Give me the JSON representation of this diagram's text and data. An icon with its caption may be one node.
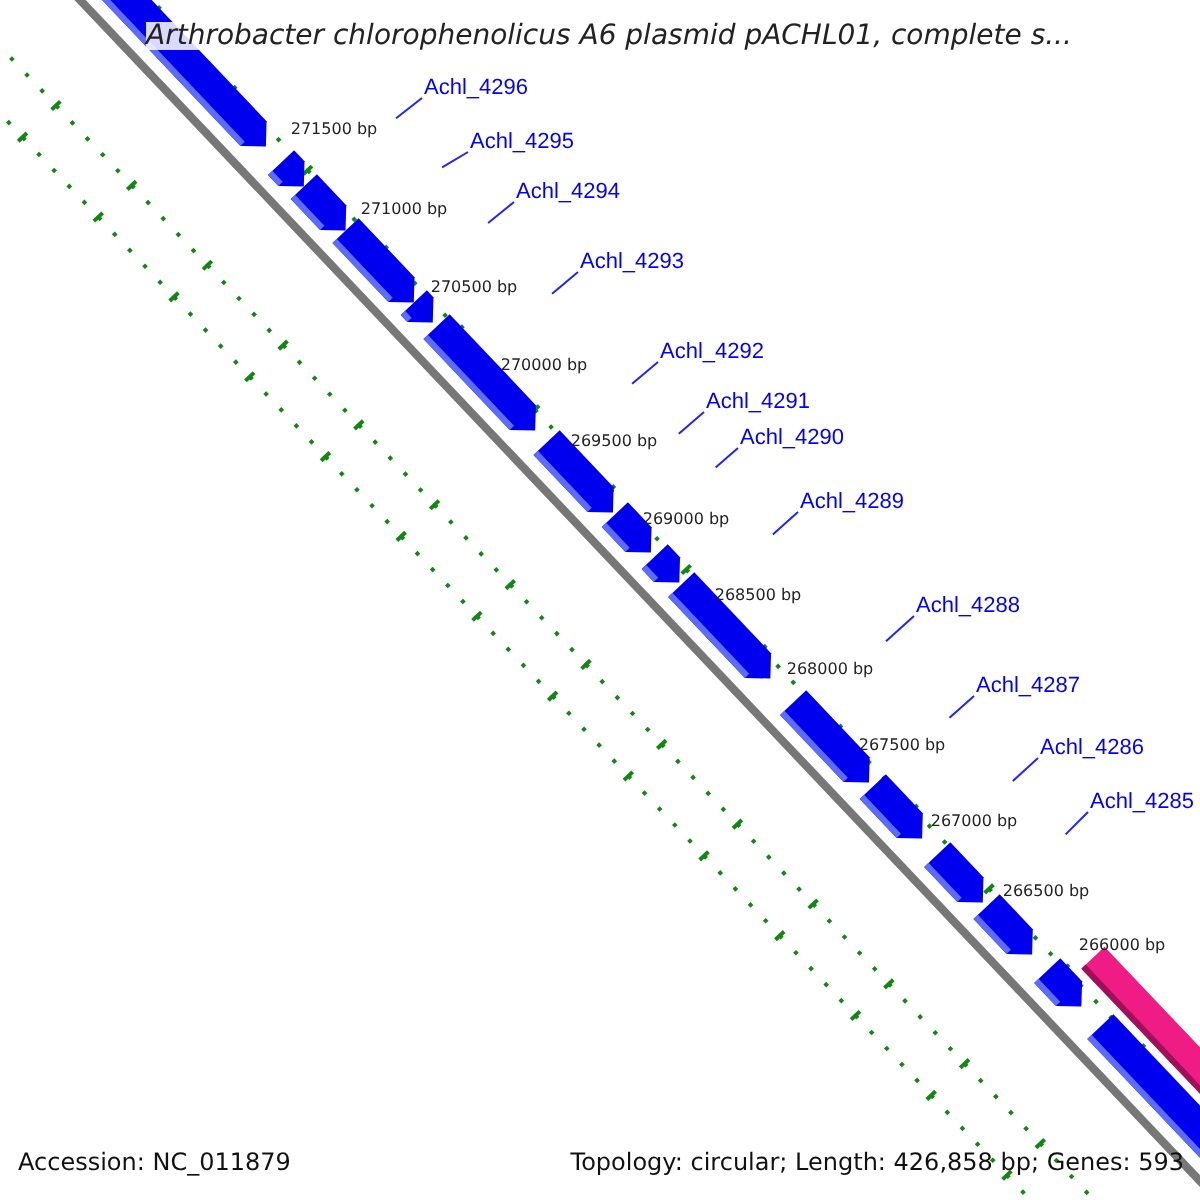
{
  "diagram": {
    "title": "Arthrobacter chlorophenolicus A6 plasmid pACHL01, complete s...",
    "nodes": [
      {
        "text": [
          "Achl_4296"
        ]
      },
      {
        "text": [
          "Achl_4295"
        ]
      },
      {
        "text": [
          "Achl_4294"
        ]
      },
      {
        "text": [
          "Achl_4293"
        ]
      },
      {
        "text": [
          "Achl_4292"
        ]
      },
      {
        "text": [
          "Achl_4291"
        ]
      },
      {
        "text": [
          "Achl_4290"
        ]
      },
      {
        "text": [
          "Achl_4289"
        ]
      },
      {
        "text": [
          "Achl_4288"
        ]
      },
      {
        "text": [
          "Achl_4287"
        ]
      },
      {
        "text": [
          "Achl_4286"
        ]
      },
      {
        "text": [
          "Achl_4285"
        ]
      }
    ],
    "edges": [
      {
        "from": 0,
        "to": null,
        "arrow": "none"
      },
      {
        "from": 1,
        "to": null,
        "arrow": "none"
      },
      {
        "from": 2,
        "to": null,
        "arrow": "none"
      },
      {
        "from": 3,
        "to": null,
        "arrow": "none"
      },
      {
        "from": 4,
        "to": null,
        "arrow": "none"
      },
      {
        "from": 5,
        "to": null,
        "arrow": "none"
      },
      {
        "from": 6,
        "to": null,
        "arrow": "none"
      },
      {
        "from": 7,
        "to": null,
        "arrow": "none"
      },
      {
        "from": 8,
        "to": null,
        "arrow": "none"
      },
      {
        "from": 9,
        "to": null,
        "arrow": "none"
      },
      {
        "from": 10,
        "to": null,
        "arrow": "none"
      },
      {
        "from": 11,
        "to": null,
        "arrow": "none"
      }
    ],
    "labels": [
      "271500 bp",
      "271000 bp",
      "270500 bp",
      "270000 bp",
      "269500 bp",
      "269000 bp",
      "268500 bp",
      "268000 bp",
      "267500 bp",
      "267000 bp",
      "266500 bp",
      "266000 bp",
      "Accession: NC_011879",
      "Topology: circular; Length: 426,858 bp; Genes: 593"
    ]
  }
}
